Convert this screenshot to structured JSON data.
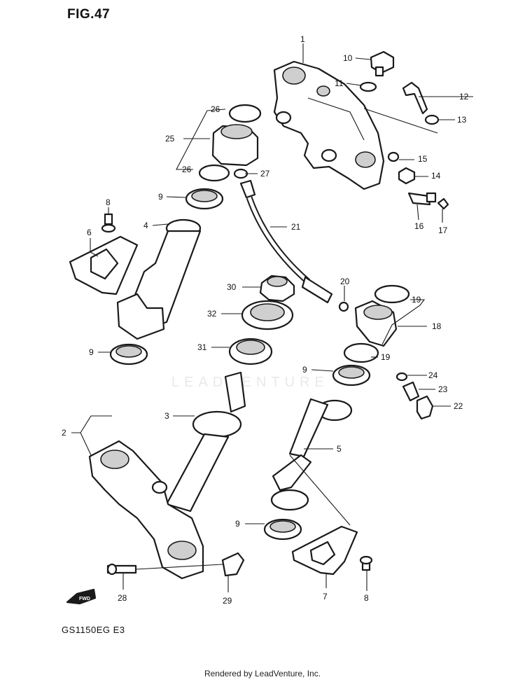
{
  "figure": {
    "title": "FIG.47",
    "model_code": "GS1150EG  E3",
    "footer": "Rendered by LeadVenture, Inc.",
    "watermark": "LEADVENTURE",
    "fwd_label": "FWD"
  },
  "callouts": [
    {
      "id": "1",
      "label": "1"
    },
    {
      "id": "10",
      "label": "10"
    },
    {
      "id": "11",
      "label": "11"
    },
    {
      "id": "12",
      "label": "12"
    },
    {
      "id": "13",
      "label": "13"
    },
    {
      "id": "15",
      "label": "15"
    },
    {
      "id": "14",
      "label": "14"
    },
    {
      "id": "16",
      "label": "16"
    },
    {
      "id": "17",
      "label": "17"
    },
    {
      "id": "26a",
      "label": "26"
    },
    {
      "id": "25",
      "label": "25"
    },
    {
      "id": "26b",
      "label": "26"
    },
    {
      "id": "27",
      "label": "27"
    },
    {
      "id": "9a",
      "label": "9"
    },
    {
      "id": "8a",
      "label": "8"
    },
    {
      "id": "6",
      "label": "6"
    },
    {
      "id": "4",
      "label": "4"
    },
    {
      "id": "21",
      "label": "21"
    },
    {
      "id": "30",
      "label": "30"
    },
    {
      "id": "20",
      "label": "20"
    },
    {
      "id": "19a",
      "label": "19"
    },
    {
      "id": "32",
      "label": "32"
    },
    {
      "id": "18",
      "label": "18"
    },
    {
      "id": "31",
      "label": "31"
    },
    {
      "id": "19b",
      "label": "19"
    },
    {
      "id": "9b",
      "label": "9"
    },
    {
      "id": "9c",
      "label": "9"
    },
    {
      "id": "24",
      "label": "24"
    },
    {
      "id": "23",
      "label": "23"
    },
    {
      "id": "22",
      "label": "22"
    },
    {
      "id": "3",
      "label": "3"
    },
    {
      "id": "2",
      "label": "2"
    },
    {
      "id": "5",
      "label": "5"
    },
    {
      "id": "9d",
      "label": "9"
    },
    {
      "id": "28",
      "label": "28"
    },
    {
      "id": "29",
      "label": "29"
    },
    {
      "id": "7",
      "label": "7"
    },
    {
      "id": "8b",
      "label": "8"
    }
  ]
}
